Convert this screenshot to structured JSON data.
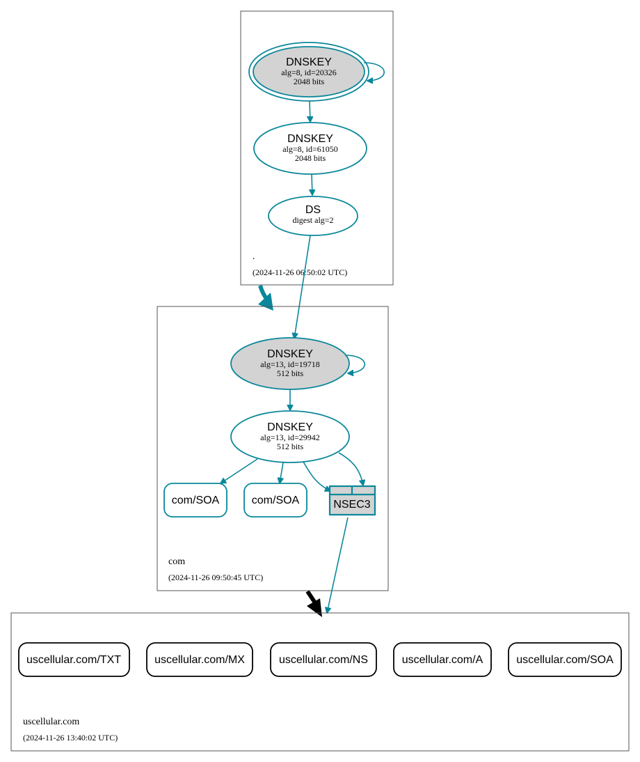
{
  "zones": {
    "root": {
      "name": ".",
      "timestamp": "(2024-11-26 06:50:02 UTC)",
      "nodes": {
        "ksk": {
          "title": "DNSKEY",
          "line1": "alg=8, id=20326",
          "line2": "2048 bits"
        },
        "zsk": {
          "title": "DNSKEY",
          "line1": "alg=8, id=61050",
          "line2": "2048 bits"
        },
        "ds": {
          "title": "DS",
          "line1": "digest alg=2"
        }
      }
    },
    "com": {
      "name": "com",
      "timestamp": "(2024-11-26 09:50:45 UTC)",
      "nodes": {
        "ksk": {
          "title": "DNSKEY",
          "line1": "alg=13, id=19718",
          "line2": "512 bits"
        },
        "zsk": {
          "title": "DNSKEY",
          "line1": "alg=13, id=29942",
          "line2": "512 bits"
        },
        "soa1": {
          "label": "com/SOA"
        },
        "soa2": {
          "label": "com/SOA"
        },
        "nsec3": {
          "label": "NSEC3"
        }
      }
    },
    "uscellular": {
      "name": "uscellular.com",
      "timestamp": "(2024-11-26 13:40:02 UTC)",
      "records": [
        "uscellular.com/TXT",
        "uscellular.com/MX",
        "uscellular.com/NS",
        "uscellular.com/A",
        "uscellular.com/SOA"
      ]
    }
  },
  "colors": {
    "edge": "#0a879a",
    "secure_fill": "#d3d3d3",
    "delegation_secure": "#0a879a",
    "delegation_insecure": "#000000"
  }
}
